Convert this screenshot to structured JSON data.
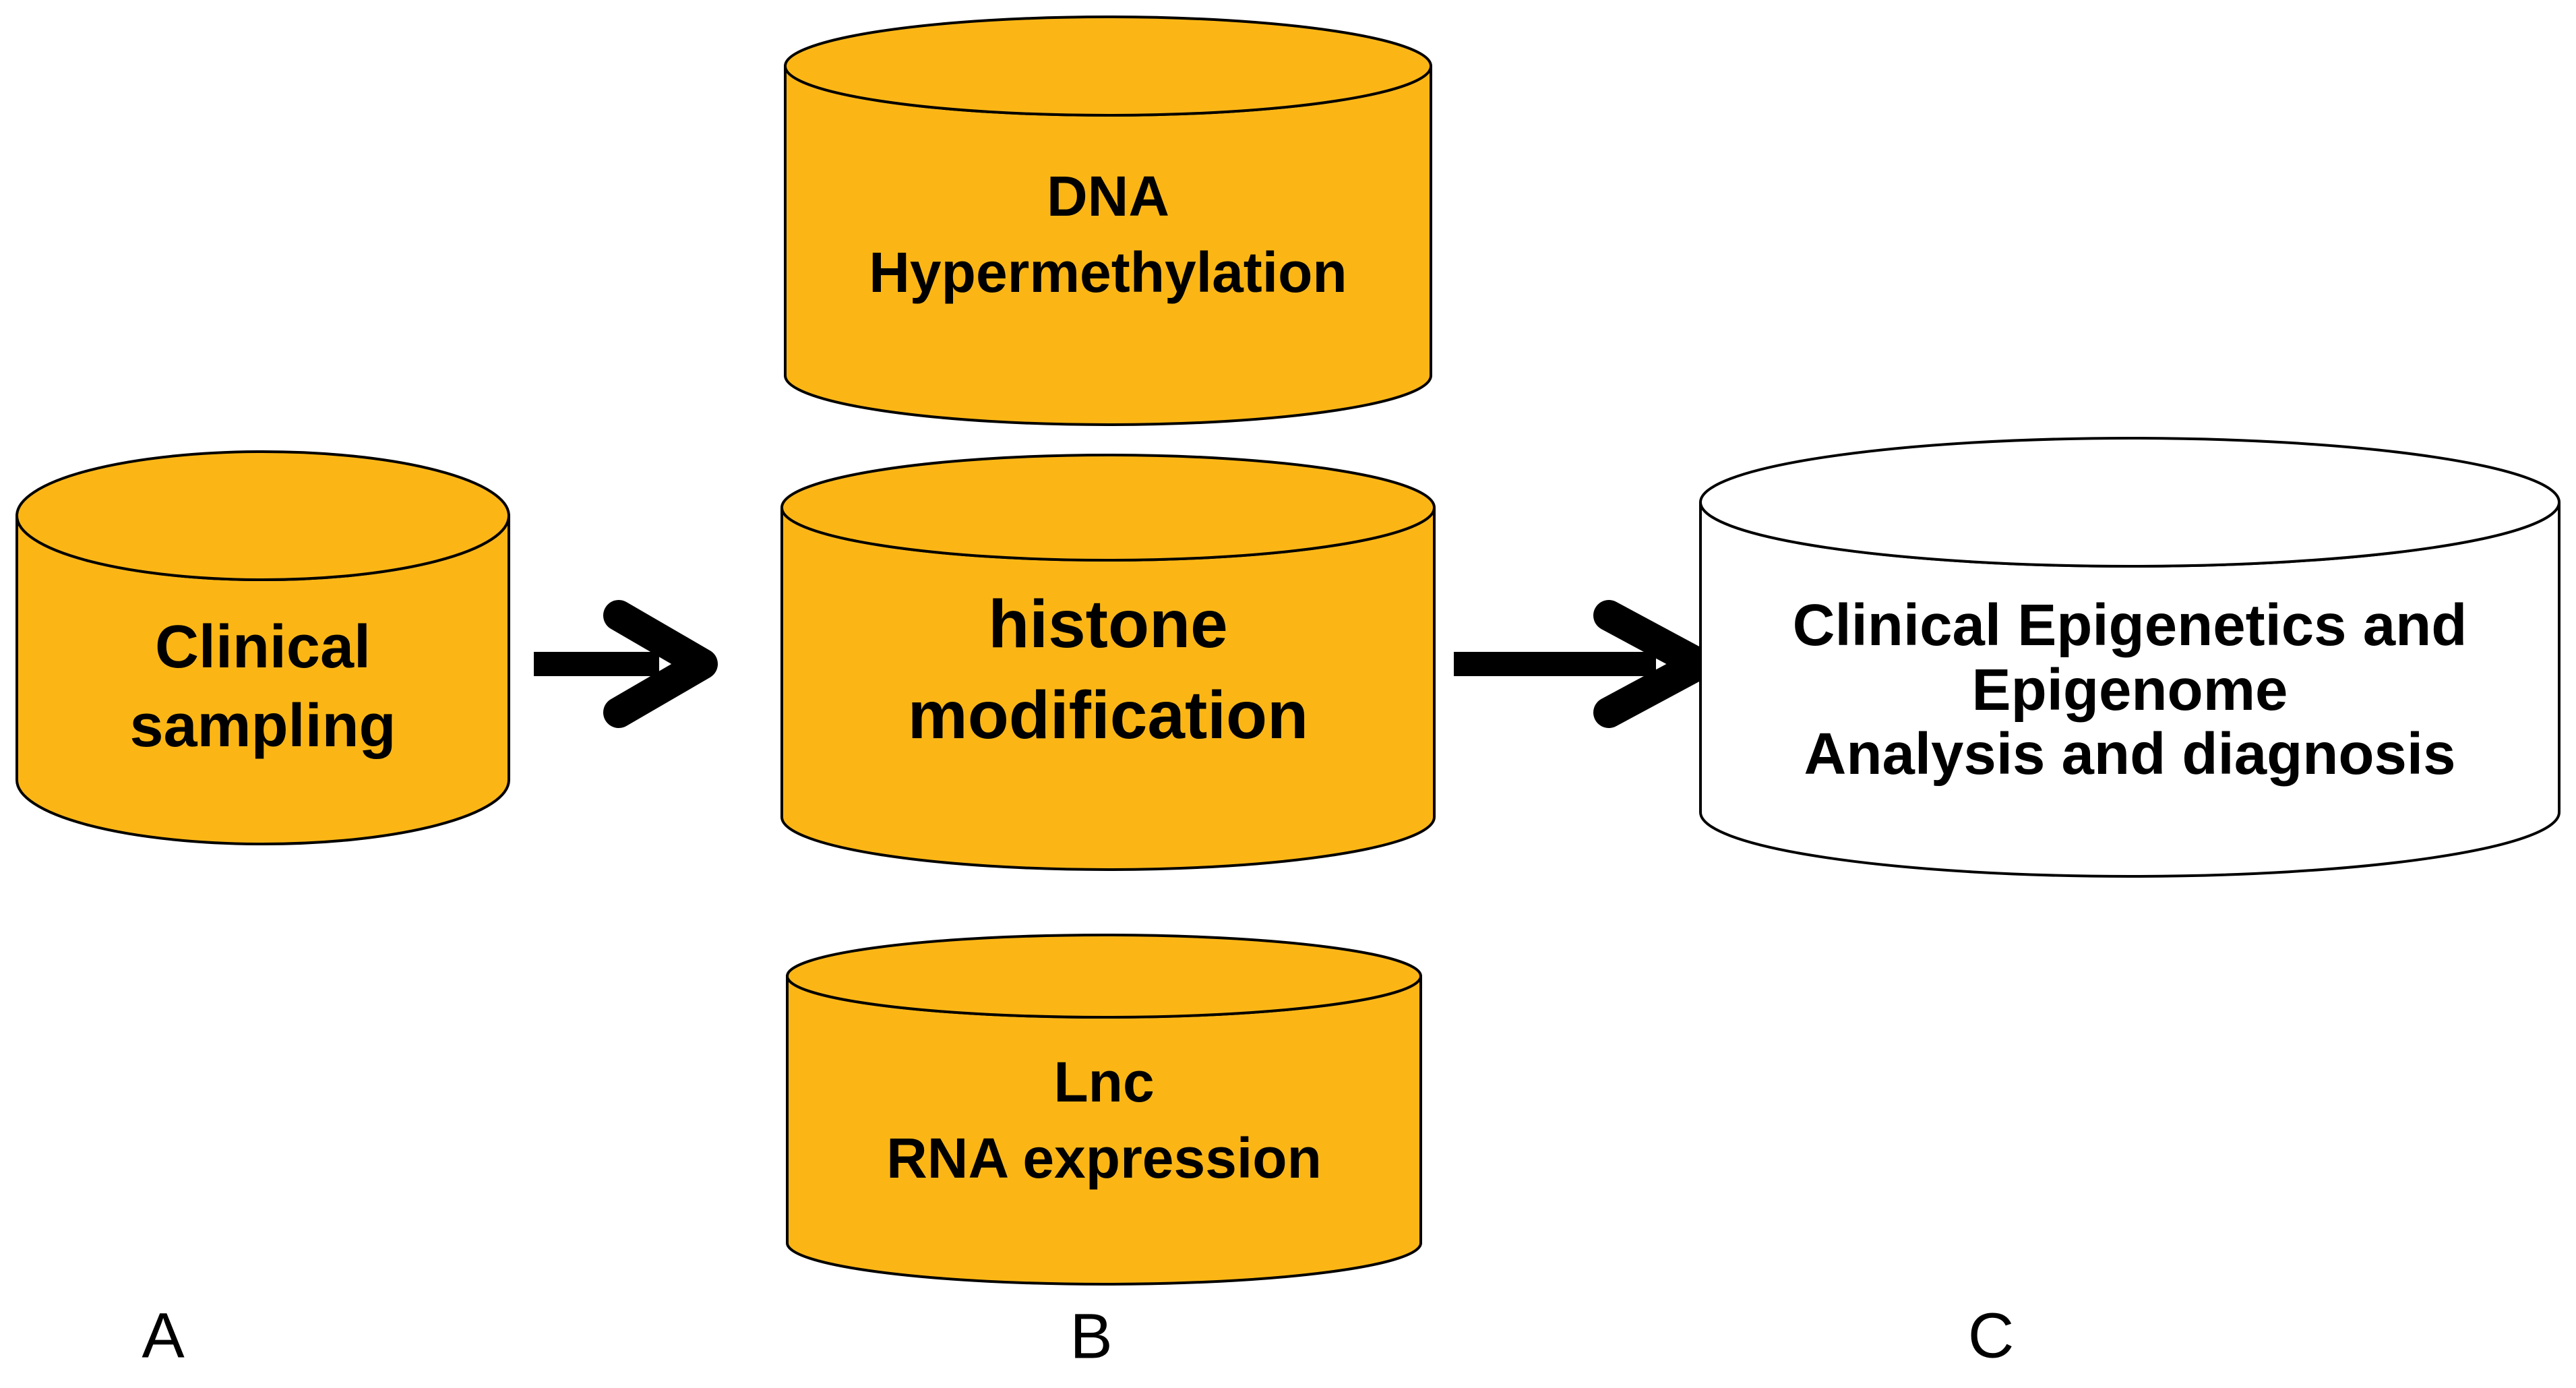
{
  "nodes": {
    "clinical_sampling": {
      "label": "Clinical\nsampling"
    },
    "dna_hypermethylation": {
      "label": "DNA\nHypermethylation"
    },
    "histone_modification": {
      "label": "histone\nmodification"
    },
    "lnc_rna_expression": {
      "label": "Lnc\nRNA expression"
    },
    "clinical_epigenetics": {
      "label": "Clinical Epigenetics and\nEpigenome\nAnalysis and diagnosis"
    }
  },
  "panel_labels": {
    "a": "A",
    "b": "B",
    "c": "C"
  },
  "colors": {
    "background": "#FFFFFF",
    "cylinder_yellow": "#FBB616",
    "cylinder_white": "#FFFFFF",
    "outline": "#000000",
    "arrow": "#000000",
    "text": "#000000"
  }
}
